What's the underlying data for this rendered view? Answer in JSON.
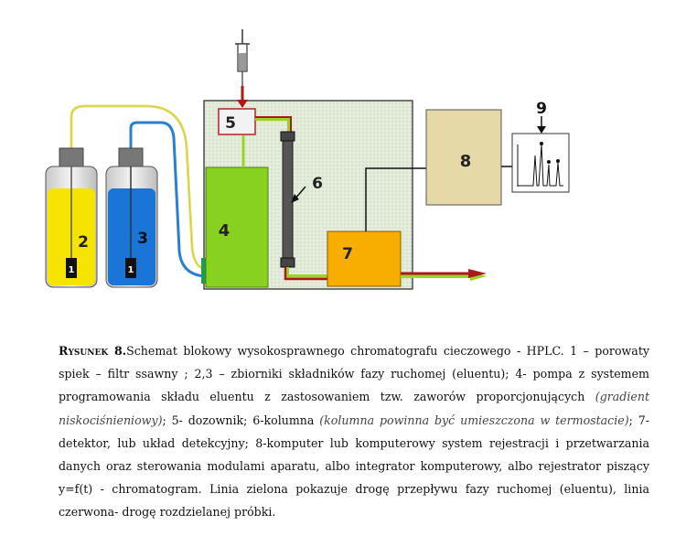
{
  "diagram": {
    "labels": {
      "n1a": "1",
      "n1b": "1",
      "n2": "2",
      "n3": "3",
      "n4": "4",
      "n5": "5",
      "n6": "6",
      "n7": "7",
      "n8": "8",
      "n9": "9"
    },
    "colors": {
      "yellow_reservoir": "#f5e400",
      "blue_reservoir": "#1b75d6",
      "pump": "#88d120",
      "injector_border": "#b33131",
      "detector": "#f7ae00",
      "computer": "#e6d9a8",
      "green_line": "#9bd32b",
      "red_line": "#aa1a1a",
      "yellow_tube": "#e9e36a",
      "blue_tube": "#2a7fd3",
      "column": "#555555",
      "enclosure": "#dce6d1"
    }
  },
  "caption": {
    "lead": "Rysunek 8.",
    "p1": "Schemat blokowy wysokosprawnego chromatografu cieczowego - HPLC. 1 – porowaty spiek – filtr ssawny ; 2,3 – zbiorniki składników fazy ruchomej (eluentu); 4- pompa z systemem programowania składu eluentu z zastosowaniem tzw. zaworów proporcjonujących ",
    "i1": "(gradient niskociśnieniowy)",
    "p2": "; 5- dozownik; 6-kolumna ",
    "i2": "(kolumna  powinna być umieszczona w termostacie)",
    "p3": "; 7- detektor, lub układ detekcyjny; 8-komputer lub komputerowy system rejestracji i przetwarzania danych oraz sterowania modulami aparatu, albo integrator komputerowy, albo rejestrator piszący y=f(t) - chromatogram. Linia zielona pokazuje drogę przepływu fazy ruchomej (eluentu), linia czerwona- drogę rozdzielanej próbki."
  }
}
